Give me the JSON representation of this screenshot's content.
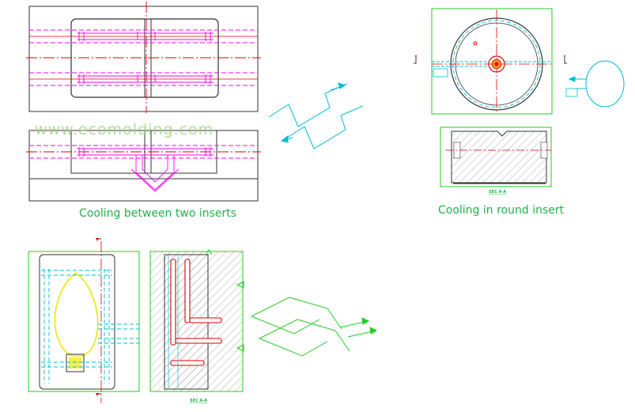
{
  "watermark": "www.ecomolding.com",
  "captions": {
    "two_inserts": "Cooling between two inserts",
    "round_insert": "Cooling in round insert"
  },
  "section_labels": {
    "round": "SEC A-A",
    "bottom": "SEC A-A"
  },
  "colors": {
    "outline": "#333333",
    "frame": "#22cc22",
    "centerline": "#e00000",
    "cooling_magenta": "#ff00ff",
    "cooling_cyan": "#00bcd4",
    "part_yellow": "#f2e600",
    "hatch": "#888888"
  },
  "icons": [
    "section-arrow-icon",
    "flow-arrow-icon"
  ]
}
